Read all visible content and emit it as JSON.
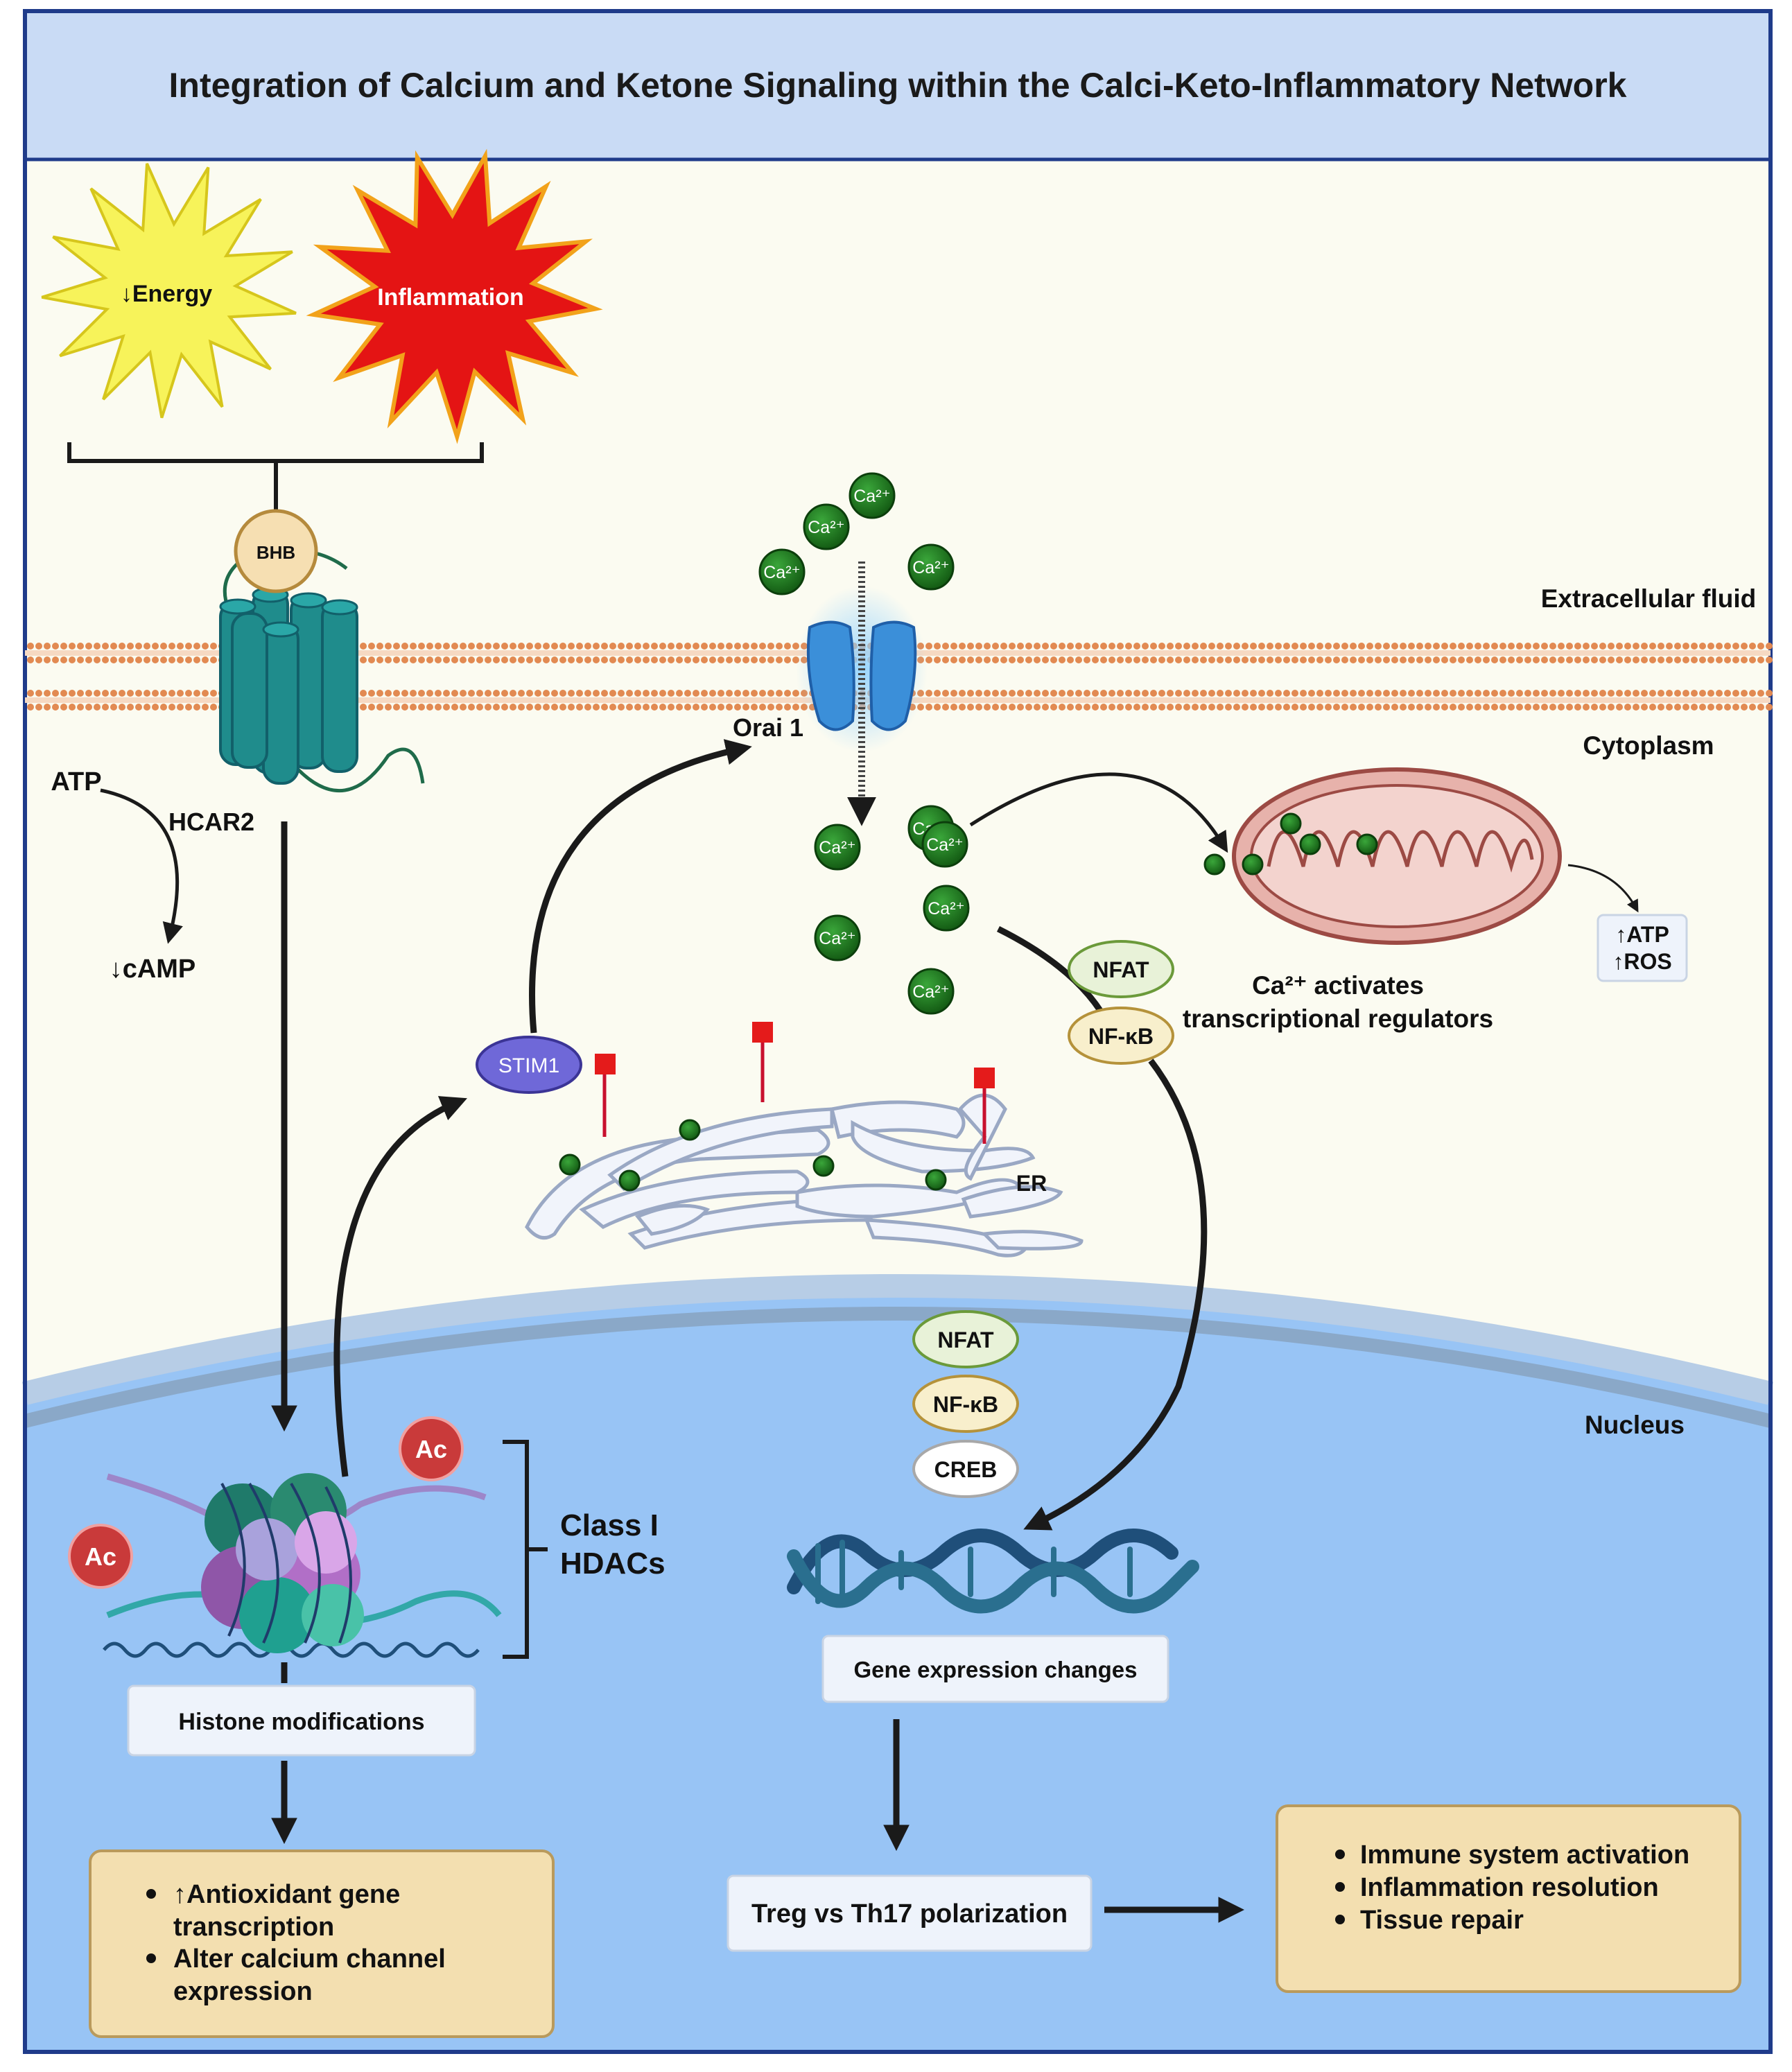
{
  "title": "Integration of Calcium and Ketone Signaling within the Calci-Keto-Inflammatory Network",
  "stress": {
    "energy": "↓Energy",
    "inflammation": "Inflammation"
  },
  "receptor": {
    "ligand": "BHB",
    "name": "HCAR2"
  },
  "camp": {
    "atp": "ATP",
    "camp": "↓cAMP"
  },
  "compartments": {
    "extracellular": "Extracellular fluid",
    "cytoplasm": "Cytoplasm",
    "nucleus": "Nucleus"
  },
  "calcium": {
    "ion": "Ca²⁺",
    "channel": "Orai 1",
    "sensor": "STIM1",
    "er": "ER"
  },
  "mito": {
    "atp": "↑ATP",
    "ros": "↑ROS"
  },
  "transcription_factors": {
    "cytoplasm": [
      "NFAT",
      "NF-κB"
    ],
    "nucleus": [
      "NFAT",
      "NF-κB",
      "CREB"
    ],
    "note_line1": "Ca²⁺ activates",
    "note_line2": "transcriptional regulators"
  },
  "chromatin": {
    "acetyl": "Ac",
    "hdac_line1": "Class I",
    "hdac_line2": "HDACs",
    "histone_mods": "Histone modifications"
  },
  "outcomes_left": [
    "↑Antioxidant gene",
    "transcription",
    "Alter calcium channel",
    "expression"
  ],
  "gene_expression": "Gene expression changes",
  "polarization": "Treg vs Th17 polarization",
  "outcomes_right": [
    "Immune system activation",
    "Inflammation resolution",
    "Tissue repair"
  ],
  "colors": {
    "header_bg": "#c9dbf5",
    "frame": "#1f3b8a",
    "cytoplasm_bg": "#fbfbf1",
    "nucleus_bg": "#98c4f5",
    "membrane_dot": "#e28a52",
    "calcium": "#1f7a1f",
    "receptor": "#1f8c8c",
    "energy_burst": "#f7f35a",
    "inflammation_burst": "#e41414"
  }
}
